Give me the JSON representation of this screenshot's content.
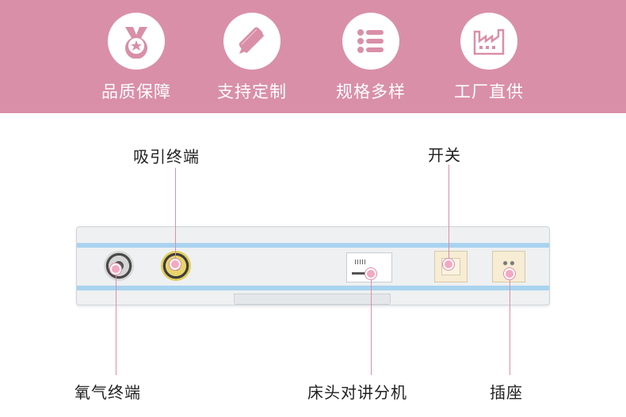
{
  "banner": {
    "background_color": "#d98fa8",
    "features": [
      {
        "label": "品质保障",
        "icon": "medal-icon"
      },
      {
        "label": "支持定制",
        "icon": "pencil-ruler-icon"
      },
      {
        "label": "规格多样",
        "icon": "list-icon"
      },
      {
        "label": "工厂直供",
        "icon": "factory-icon"
      }
    ]
  },
  "callouts": {
    "suction": "吸引终端",
    "switch": "开关",
    "oxygen": "氧气终端",
    "intercom": "床头对讲分机",
    "socket": "插座"
  },
  "colors": {
    "accent_pink": "#d98fa8",
    "stripe_blue": "#a9d3ef"
  }
}
